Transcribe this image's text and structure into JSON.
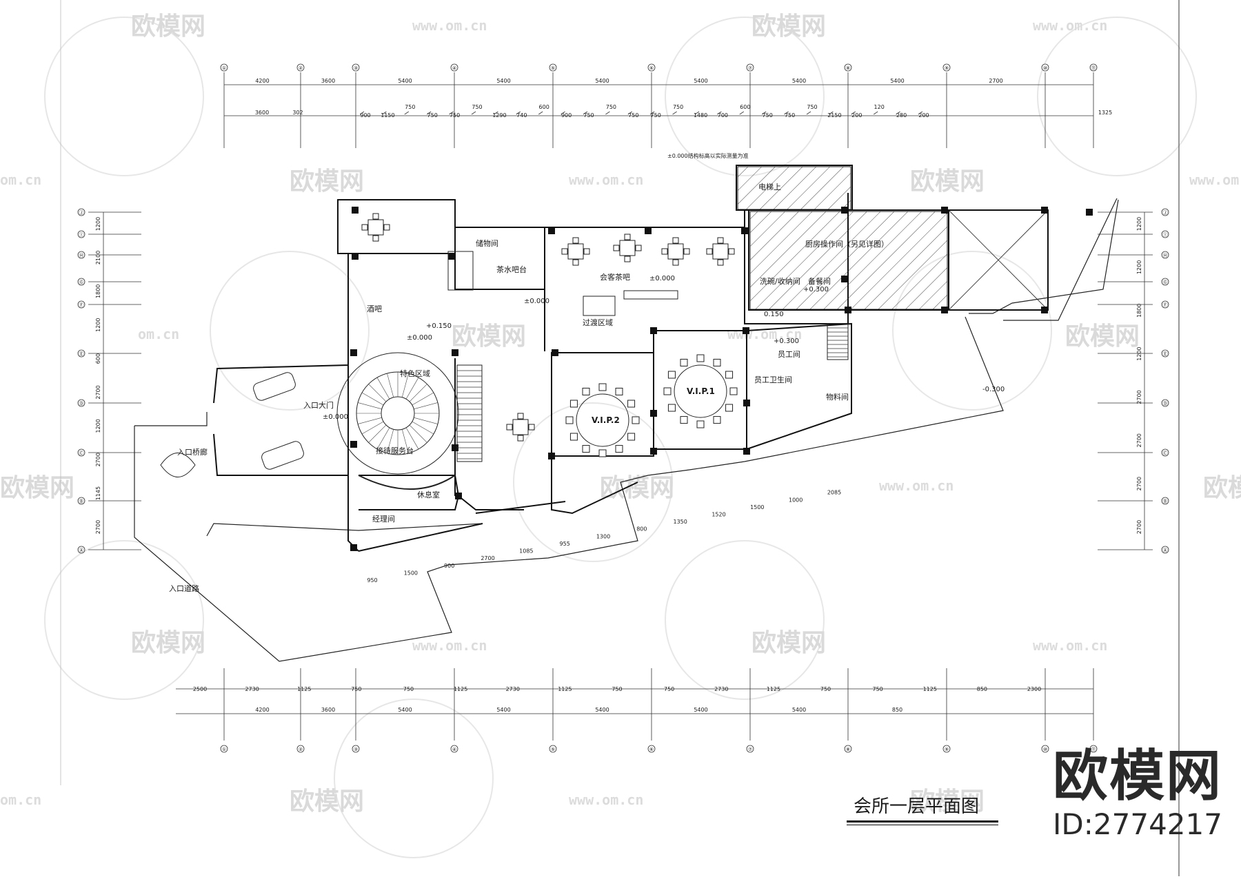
{
  "drawing": {
    "title": "会所一层平面图",
    "brand_logo": "欧模网",
    "brand_id": "ID:2774217"
  },
  "watermark": {
    "logo_text": "欧模网",
    "url_text": "www.om.cn",
    "url_partial": "om.cn"
  },
  "grid": {
    "columns": [
      "①",
      "②",
      "③",
      "④",
      "⑤",
      "⑥",
      "⑦",
      "⑧",
      "⑨",
      "⑩",
      "⑪"
    ],
    "rows": [
      "Ⓐ",
      "Ⓑ",
      "Ⓒ",
      "Ⓓ",
      "Ⓔ",
      "Ⓕ",
      "Ⓖ",
      "Ⓗ",
      "Ⓘ",
      "Ⓙ"
    ]
  },
  "dimensions": {
    "top_overall": [
      "4200",
      "3600",
      "5400",
      "5400",
      "5400",
      "5400",
      "5400",
      "5400",
      "2700"
    ],
    "top_detail_left": [
      "3600",
      "302"
    ],
    "top_detail_right": [
      "1325"
    ],
    "top_detail_mid": [
      "900",
      "1150",
      "750",
      "750",
      "750",
      "750",
      "1290",
      "740",
      "600",
      "900",
      "750",
      "750",
      "750",
      "750",
      "750",
      "1480",
      "700",
      "600",
      "750",
      "750",
      "750",
      "2150",
      "200",
      "120",
      "280",
      "200"
    ],
    "bottom_overall": [
      "4200",
      "3600",
      "5400",
      "5400",
      "5400",
      "5400",
      "5400",
      "850"
    ],
    "bottom_detail": [
      "2500",
      "2730",
      "1125",
      "750",
      "750",
      "1125",
      "2730",
      "1125",
      "750",
      "750",
      "2730",
      "1125",
      "750",
      "750",
      "1125",
      "850",
      "2300"
    ],
    "left": [
      "1200",
      "2100",
      "1800",
      "1200",
      "600",
      "2700",
      "1200",
      "2700",
      "1145",
      "2700"
    ],
    "right": [
      "1200",
      "1200",
      "1800",
      "1200",
      "2700",
      "2700",
      "2700",
      "2700"
    ],
    "front_bottom": [
      "950",
      "1500",
      "900",
      "2700",
      "1085",
      "955",
      "1300",
      "800",
      "1350",
      "1520",
      "1500",
      "1000",
      "2085"
    ]
  },
  "rooms": {
    "electric_room": "电梯上",
    "kitchen": "厨房操作间（另见详图）",
    "washroom": "洗碗/收纳间",
    "prep_room": "备餐间",
    "staff_room": "员工间",
    "staff_toilet": "员工卫生间",
    "storage": "物料间",
    "tea_bar_service": "茶水吧台",
    "storage_room": "储物间",
    "tea_bar": "会客茶吧",
    "transition": "过渡区域",
    "wine_bar": "酒吧",
    "lobby": "入口大门",
    "reception": "接待服务台",
    "special_area": "特色区域",
    "vip1": "V.I.P.1",
    "vip2": "V.I.P.2",
    "rest_room": "休息室",
    "office": "经理间",
    "bridge": "入口桥廊",
    "entry_road": "入口道路",
    "note_top": "±0.000结构标高以实际测量为准"
  },
  "levels": {
    "l_0": "±0.000",
    "l_015": "+0.150",
    "l_030": "+0.300",
    "l_neg": "-0.300",
    "l_015b": "0.150",
    "l_0b": "±0.000"
  }
}
